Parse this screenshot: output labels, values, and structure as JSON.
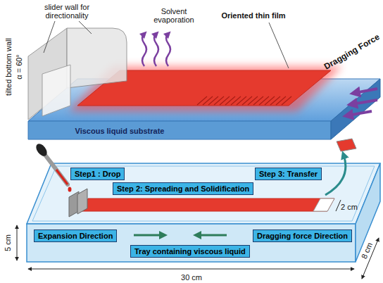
{
  "diagram": {
    "nodes": [
      {
        "text": [
          "Step1 : Drop"
        ]
      },
      {
        "text": [
          "Step 2: Spreading and Solidification"
        ]
      },
      {
        "text": [
          "Step 3: Transfer"
        ]
      },
      {
        "text": [
          "Expansion Direction"
        ]
      },
      {
        "text": [
          "Dragging force Direction"
        ]
      },
      {
        "text": [
          "Tray containing viscous liquid"
        ]
      }
    ],
    "labels": [
      "slider wall for directionality",
      "tilted bottom wall",
      "α = 60°",
      "Solvent evaporation",
      "Oriented thin film",
      "Dragging Force",
      "Viscous liquid substrate",
      "2 cm",
      "5 cm",
      "30 cm",
      "8 cm"
    ]
  }
}
